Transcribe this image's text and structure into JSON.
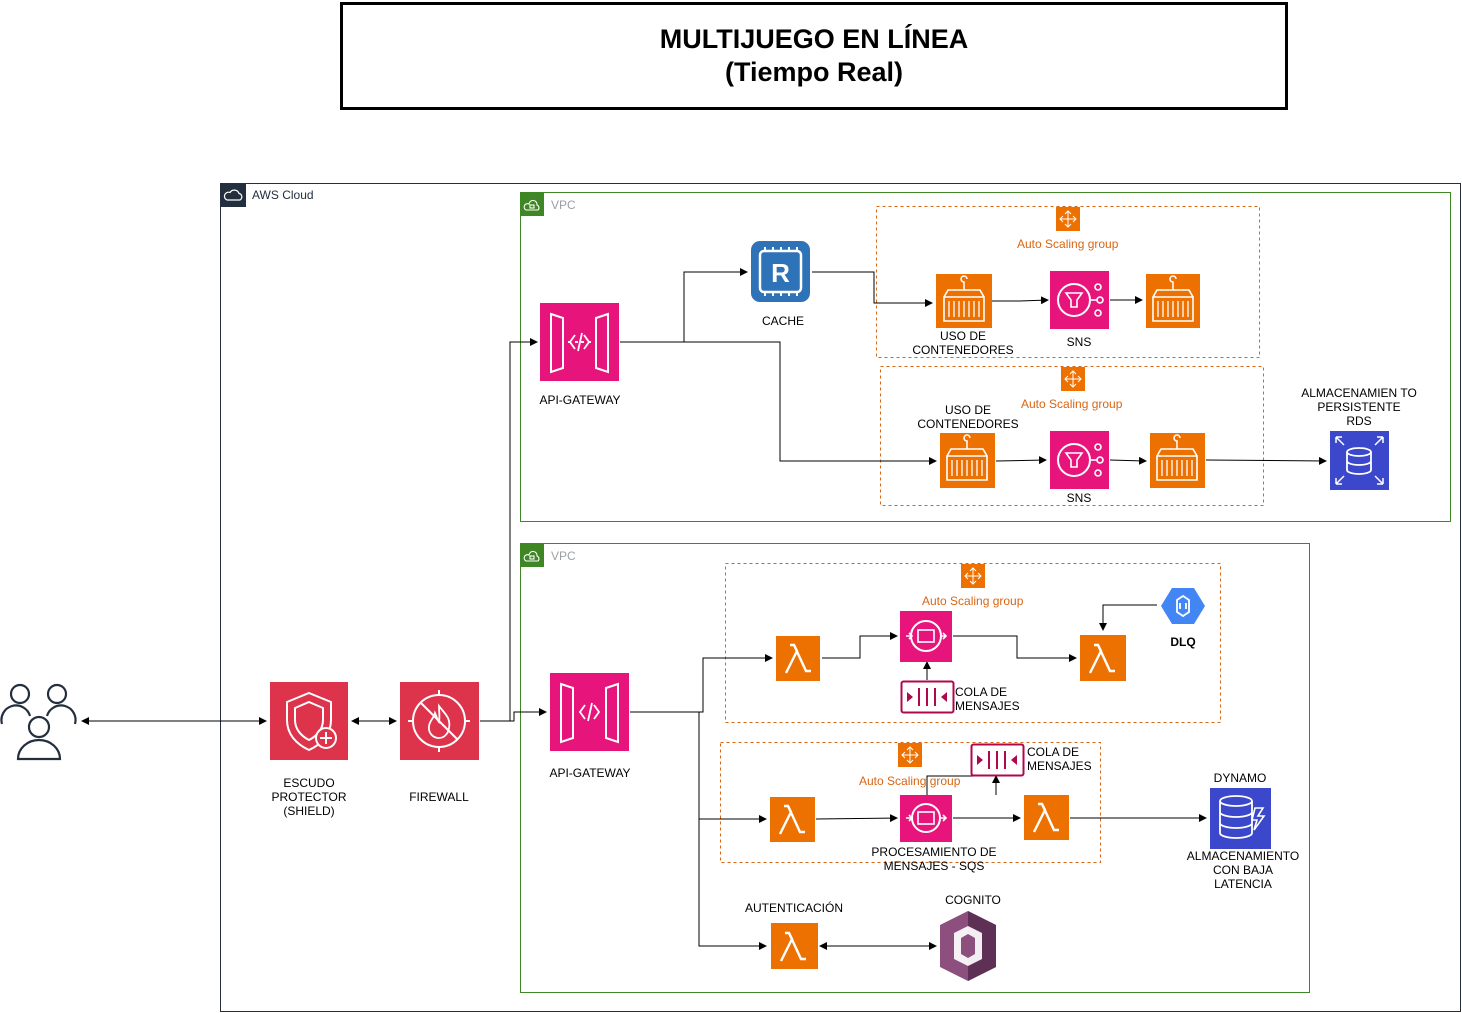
{
  "title": {
    "line1": "MULTIJUEGO EN LÍNEA",
    "line2": "(Tiempo Real)"
  },
  "groups": {
    "aws_cloud": "AWS Cloud",
    "vpc_top": "VPC",
    "vpc_bottom": "VPC",
    "asg_1": "Auto Scaling group",
    "asg_2": "Auto Scaling group",
    "asg_3": "Auto Scaling group",
    "asg_4": "Auto Scaling group"
  },
  "labels": {
    "shield": "ESCUDO\nPROTECTOR\n(SHIELD)",
    "firewall": "FIREWALL",
    "api_gateway_top": "API-GATEWAY",
    "api_gateway_bottom": "API-GATEWAY",
    "cache": "CACHE",
    "containers_1": "USO DE\nCONTENEDORES",
    "sns_1": "SNS",
    "containers_2": "USO DE\nCONTENEDORES",
    "sns_2": "SNS",
    "rds": "ALMACENAMIEN TO\nPERSISTENTE\nRDS",
    "dlq": "DLQ",
    "queue_1": "COLA DE\nMENSAJES",
    "queue_2": "COLA DE\nMENSAJES",
    "sqs_processing": "PROCESAMIENTO  DE\nMENSAJES - SQS",
    "dynamo": "DYNAMO",
    "dynamo_desc": "ALMACENAMIENTO\nCON BAJA\nLATENCIA",
    "auth": "AUTENTICACIÓN",
    "cognito": "COGNITO"
  },
  "colors": {
    "security": "#dd344c",
    "app_integration": "#e7157b",
    "compute": "#ed7100",
    "database": "#3b48cc",
    "vpc_border": "#3f8624",
    "asg_border": "#d86613",
    "cognito": "#8c4f7e"
  }
}
